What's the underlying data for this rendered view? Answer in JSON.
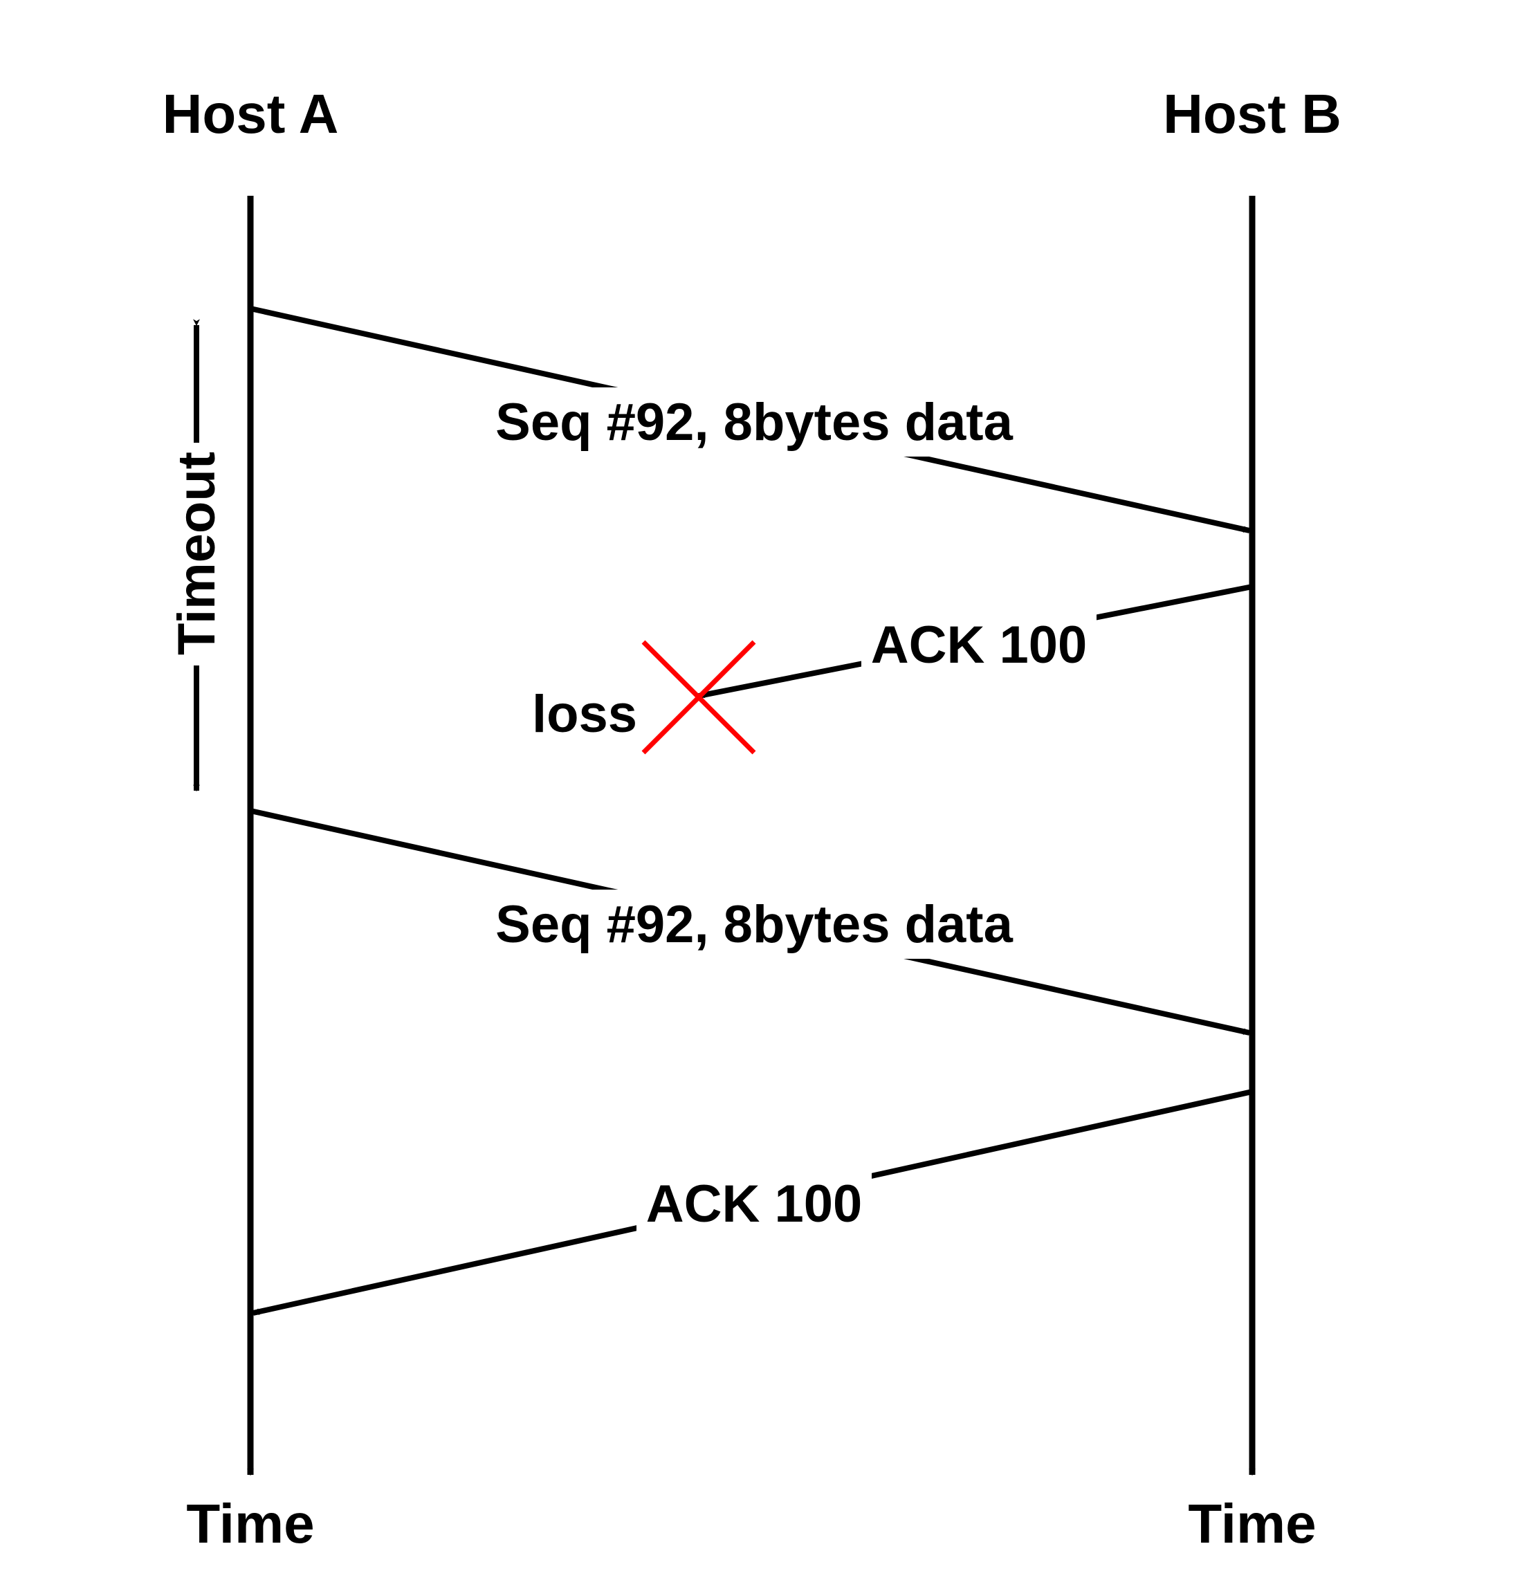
{
  "hosts": {
    "a": {
      "label": "Host A",
      "time_label": "Time"
    },
    "b": {
      "label": "Host B",
      "time_label": "Time"
    }
  },
  "timer": {
    "label": "Timeout"
  },
  "messages": [
    {
      "label": "Seq #92, 8bytes data",
      "from": "Host A",
      "to": "Host B",
      "lost": false
    },
    {
      "label": "ACK 100",
      "from": "Host B",
      "to": "Host A",
      "lost": true,
      "loss_label": "loss"
    },
    {
      "label": "Seq #92, 8bytes data",
      "from": "Host A",
      "to": "Host B",
      "lost": false
    },
    {
      "label": "ACK 100",
      "from": "Host B",
      "to": "Host A",
      "lost": false
    }
  ],
  "colors": {
    "line": "#000000",
    "loss_mark": "#ff0000"
  },
  "icons": {
    "loss_mark": "x-cross-icon"
  }
}
